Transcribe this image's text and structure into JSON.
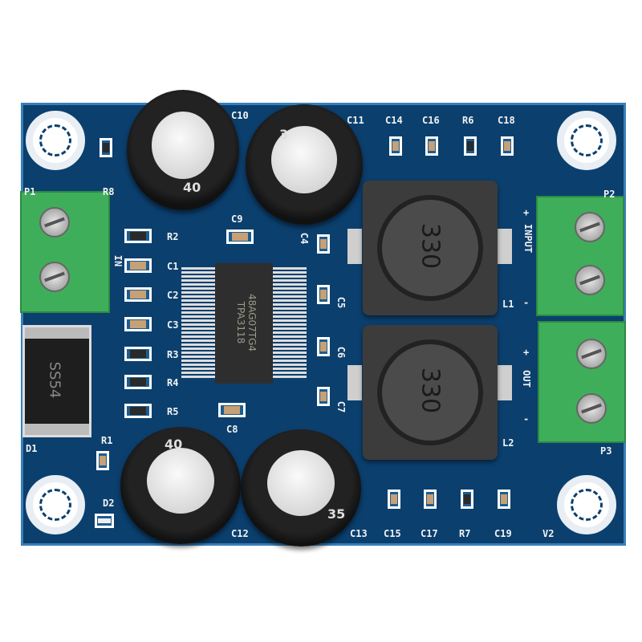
{
  "board": {
    "color": "#0b3f6e",
    "labels": {
      "c10": "C10",
      "c11": "C11",
      "c14": "C14",
      "c16": "C16",
      "r6": "R6",
      "c18": "C18",
      "r8": "R8",
      "p1": "P1",
      "p2": "P2",
      "p3": "P3",
      "r2": "R2",
      "c1": "C1",
      "c2": "C2",
      "c3": "C3",
      "r3": "R3",
      "r4": "R4",
      "r5": "R5",
      "c9": "C9",
      "c4": "C4",
      "c5": "C5",
      "c6": "C6",
      "c7": "C7",
      "c8": "C8",
      "l1": "L1",
      "l2": "L2",
      "d1": "D1",
      "r1": "R1",
      "d2": "D2",
      "c12": "C12",
      "c13": "C13",
      "c15": "C15",
      "c17": "C17",
      "r7": "R7",
      "c19": "C19",
      "v2": "V2",
      "input": "INPUT",
      "out": "OUT",
      "plus": "+",
      "minus": "-",
      "in_left": "IN"
    },
    "chip": {
      "line1": "48AG07TG4",
      "line2": "TPA3118"
    },
    "inductor_value": "330",
    "diode": "SS54",
    "cap_marks": [
      "40",
      "40",
      "35",
      "3"
    ]
  }
}
